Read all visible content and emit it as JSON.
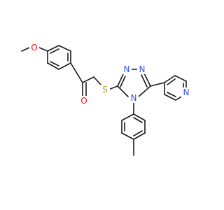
{
  "molecule": {
    "atoms": {
      "methoxy_o": {
        "label": "O",
        "color": "#ff0d0d"
      },
      "carbonyl_o": {
        "label": "O",
        "color": "#ff0d0d"
      },
      "sulfur": {
        "label": "S",
        "color": "#b8a400"
      },
      "triazole_n1": {
        "label": "N",
        "color": "#3050f8"
      },
      "triazole_n2": {
        "label": "N",
        "color": "#3050f8"
      },
      "triazole_n4": {
        "label": "N",
        "color": "#3050f8"
      },
      "pyridine_n": {
        "label": "N",
        "color": "#3050f8"
      }
    }
  }
}
